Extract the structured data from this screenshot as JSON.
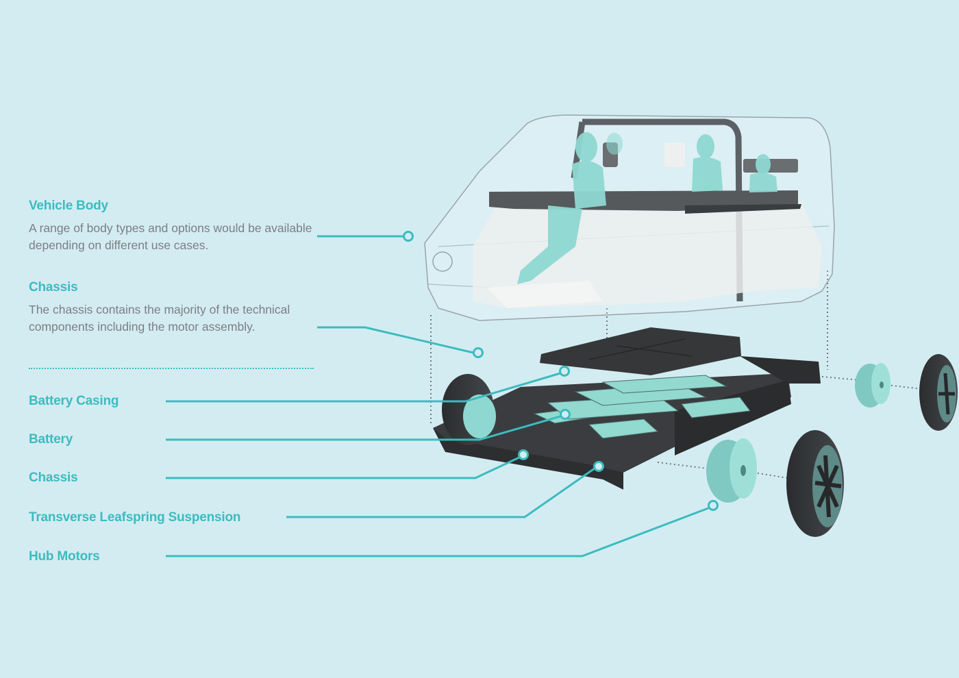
{
  "colors": {
    "background": "#d3ecf2",
    "accent": "#3bbcbf",
    "text_body": "#7a7f84",
    "dark_part": "#333538",
    "teal_part": "#8fd8d2"
  },
  "sections": [
    {
      "title": "Vehicle Body",
      "description": "A range of body types and options would be available depending on different use cases."
    },
    {
      "title": "Chassis",
      "description": "The chassis contains the majority of the technical components including the motor assembly."
    }
  ],
  "components": [
    {
      "label": "Battery Casing"
    },
    {
      "label": "Battery"
    },
    {
      "label": "Chassis"
    },
    {
      "label": "Transverse Leafspring Suspension"
    },
    {
      "label": "Hub Motors"
    }
  ]
}
